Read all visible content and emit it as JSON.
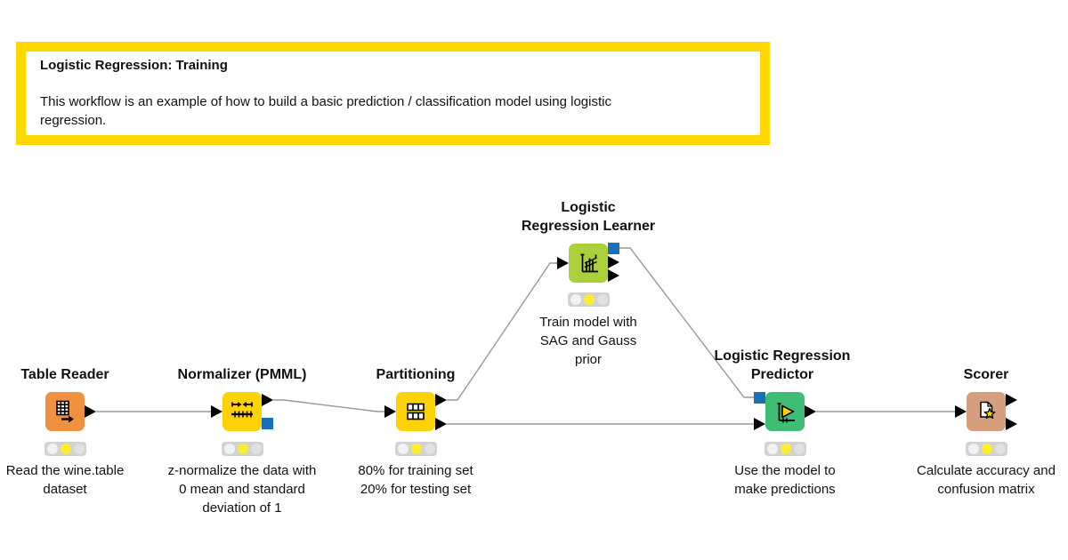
{
  "app": "KNIME workflow editor",
  "annotation": {
    "title": "Logistic Regression: Training",
    "body": "This workflow is an example of how to build a basic prediction / classification model using logistic\nregression.",
    "border_color": "#FFD800"
  },
  "colors": {
    "table_reader": "#F0913F",
    "normalizer": "#FDD306",
    "partitioning": "#FDD306",
    "learner": "#ABD03C",
    "predictor": "#3FBD74",
    "scorer": "#D59E7D",
    "model_port_blue": "#1A6FB8",
    "data_port_black": "#000000",
    "wire_gray": "#999999",
    "traffic_active_yellow": "#FBEE2E"
  },
  "nodes": [
    {
      "id": "table-reader",
      "title": "Table Reader",
      "description": "Read the wine.table\ndataset",
      "status": "configured",
      "ports": {
        "in": [],
        "out": [
          "data"
        ]
      }
    },
    {
      "id": "normalizer-pmml",
      "title": "Normalizer (PMML)",
      "description": "z-normalize the data with\n0 mean and standard\ndeviation of 1",
      "status": "configured",
      "ports": {
        "in": [
          "data"
        ],
        "out": [
          "data",
          "model"
        ]
      }
    },
    {
      "id": "partitioning",
      "title": "Partitioning",
      "description": "80% for training set\n20% for testing set",
      "status": "configured",
      "ports": {
        "in": [
          "data"
        ],
        "out": [
          "data",
          "data"
        ]
      }
    },
    {
      "id": "logistic-regression-learner",
      "title": "Logistic\nRegression Learner",
      "description": "Train model with\nSAG and Gauss\nprior",
      "status": "configured",
      "ports": {
        "in": [
          "data"
        ],
        "out": [
          "model",
          "data",
          "data"
        ]
      }
    },
    {
      "id": "logistic-regression-predictor",
      "title": "Logistic Regression\nPredictor",
      "description": "Use the model to\nmake predictions",
      "status": "configured",
      "ports": {
        "in": [
          "model",
          "data"
        ],
        "out": [
          "data"
        ]
      }
    },
    {
      "id": "scorer",
      "title": "Scorer",
      "description": "Calculate accuracy and\nconfusion matrix",
      "status": "configured",
      "ports": {
        "in": [
          "data"
        ],
        "out": [
          "data",
          "data"
        ]
      }
    }
  ],
  "connections": [
    {
      "from": "table-reader",
      "from_port": "data",
      "to": "normalizer-pmml",
      "to_port": "data"
    },
    {
      "from": "normalizer-pmml",
      "from_port": "data",
      "to": "partitioning",
      "to_port": "data"
    },
    {
      "from": "partitioning",
      "from_port": "data-1",
      "to": "logistic-regression-learner",
      "to_port": "data"
    },
    {
      "from": "partitioning",
      "from_port": "data-2",
      "to": "logistic-regression-predictor",
      "to_port": "data"
    },
    {
      "from": "logistic-regression-learner",
      "from_port": "model",
      "to": "logistic-regression-predictor",
      "to_port": "model"
    },
    {
      "from": "logistic-regression-predictor",
      "from_port": "data",
      "to": "scorer",
      "to_port": "data"
    }
  ]
}
